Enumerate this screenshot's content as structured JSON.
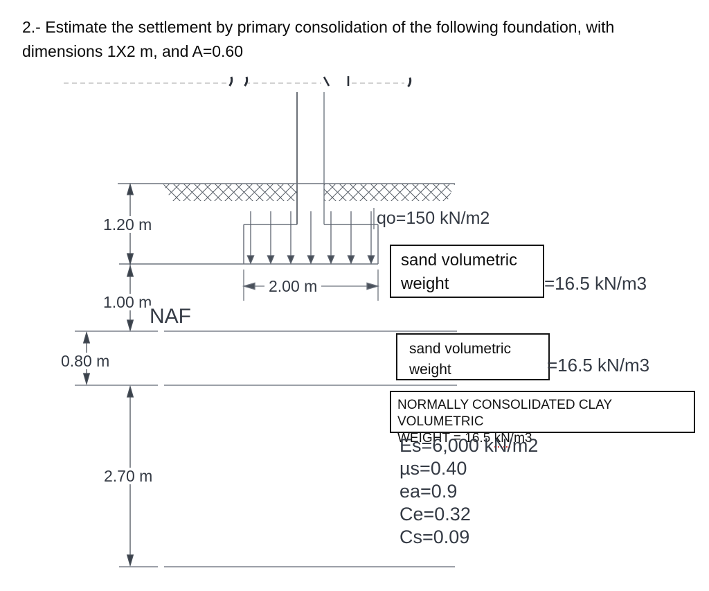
{
  "title": {
    "line1": "2.- Estimate the settlement by primary consolidation of the following foundation, with",
    "line2": "dimensions 1X2 m, and A=0.60"
  },
  "diagram": {
    "dimensions": {
      "fill_depth": "1.20 m",
      "sand_above_naf": "1.00 m",
      "sand_below_naf": "0.80 m",
      "clay_thickness": "2.70 m",
      "footing_width": "2.00 m"
    },
    "water_table_label": "NAF",
    "surcharge_label": "qo=150 kN/m2",
    "sand_note_1": {
      "line1": "sand volumetric",
      "line2": "weight",
      "value": "=16.5 kN/m3"
    },
    "sand_note_2": {
      "line1": "sand volumetric",
      "line2": "weight",
      "value": "=16.5 kN/m3"
    },
    "clay_note": {
      "line1": "NORMALLY CONSOLIDATED CLAY VOLUMETRIC",
      "line2_prefix": "WEIGHT = 16.5 ",
      "line2_flagged": "kN",
      "line2_suffix": "/m3"
    },
    "clay_properties": [
      "Es=6,000 kN/m2",
      "µs=0.40",
      "ea=0.9",
      "Ce=0.32",
      "Cs=0.09"
    ],
    "colors": {
      "drawing_line": "#6d737d",
      "layer_line": "#7b818b",
      "label_text": "#343a44",
      "box_border": "#141414",
      "spellcheck_underline": "#d43b3b"
    }
  }
}
